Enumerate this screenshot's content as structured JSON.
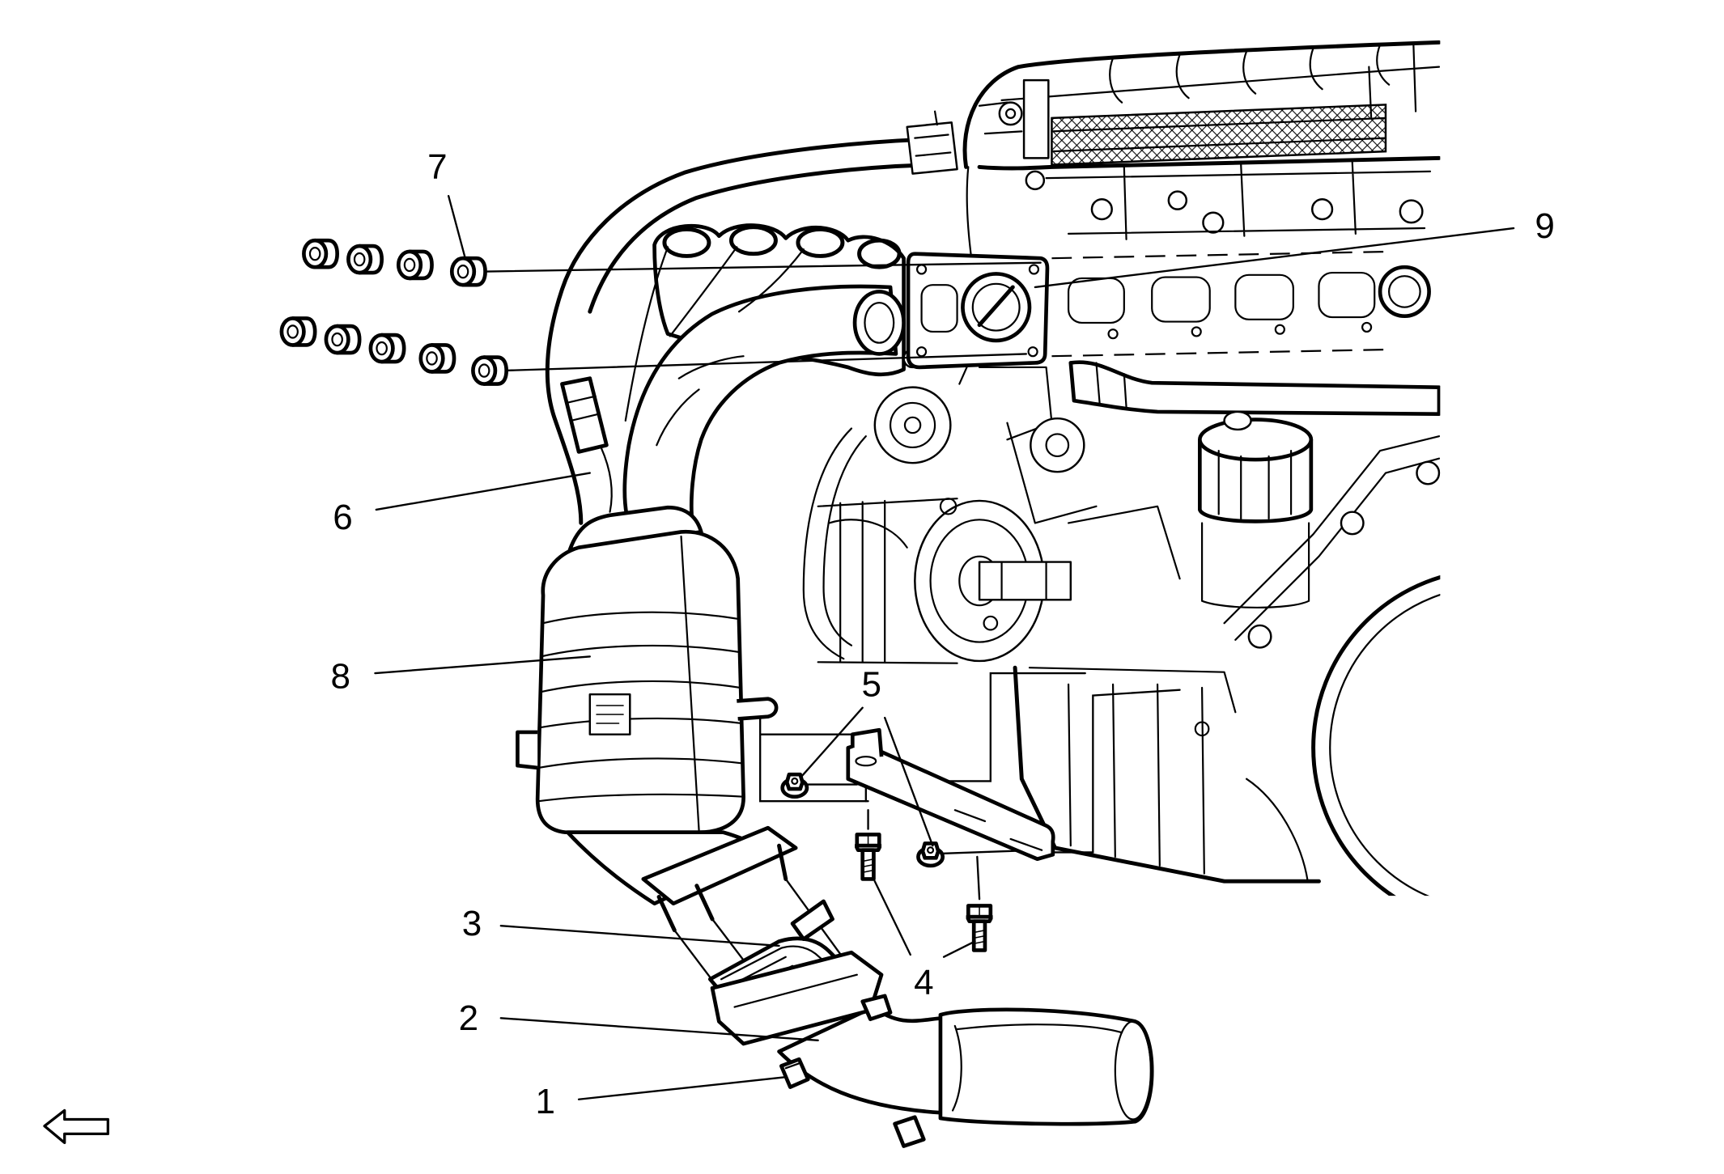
{
  "callouts": [
    "1",
    "2",
    "3",
    "4",
    "5",
    "6",
    "7",
    "8",
    "9"
  ],
  "icons": {
    "direction_arrow": "left-arrow-icon"
  },
  "colors": {
    "line": "#000000",
    "background": "#ffffff"
  }
}
